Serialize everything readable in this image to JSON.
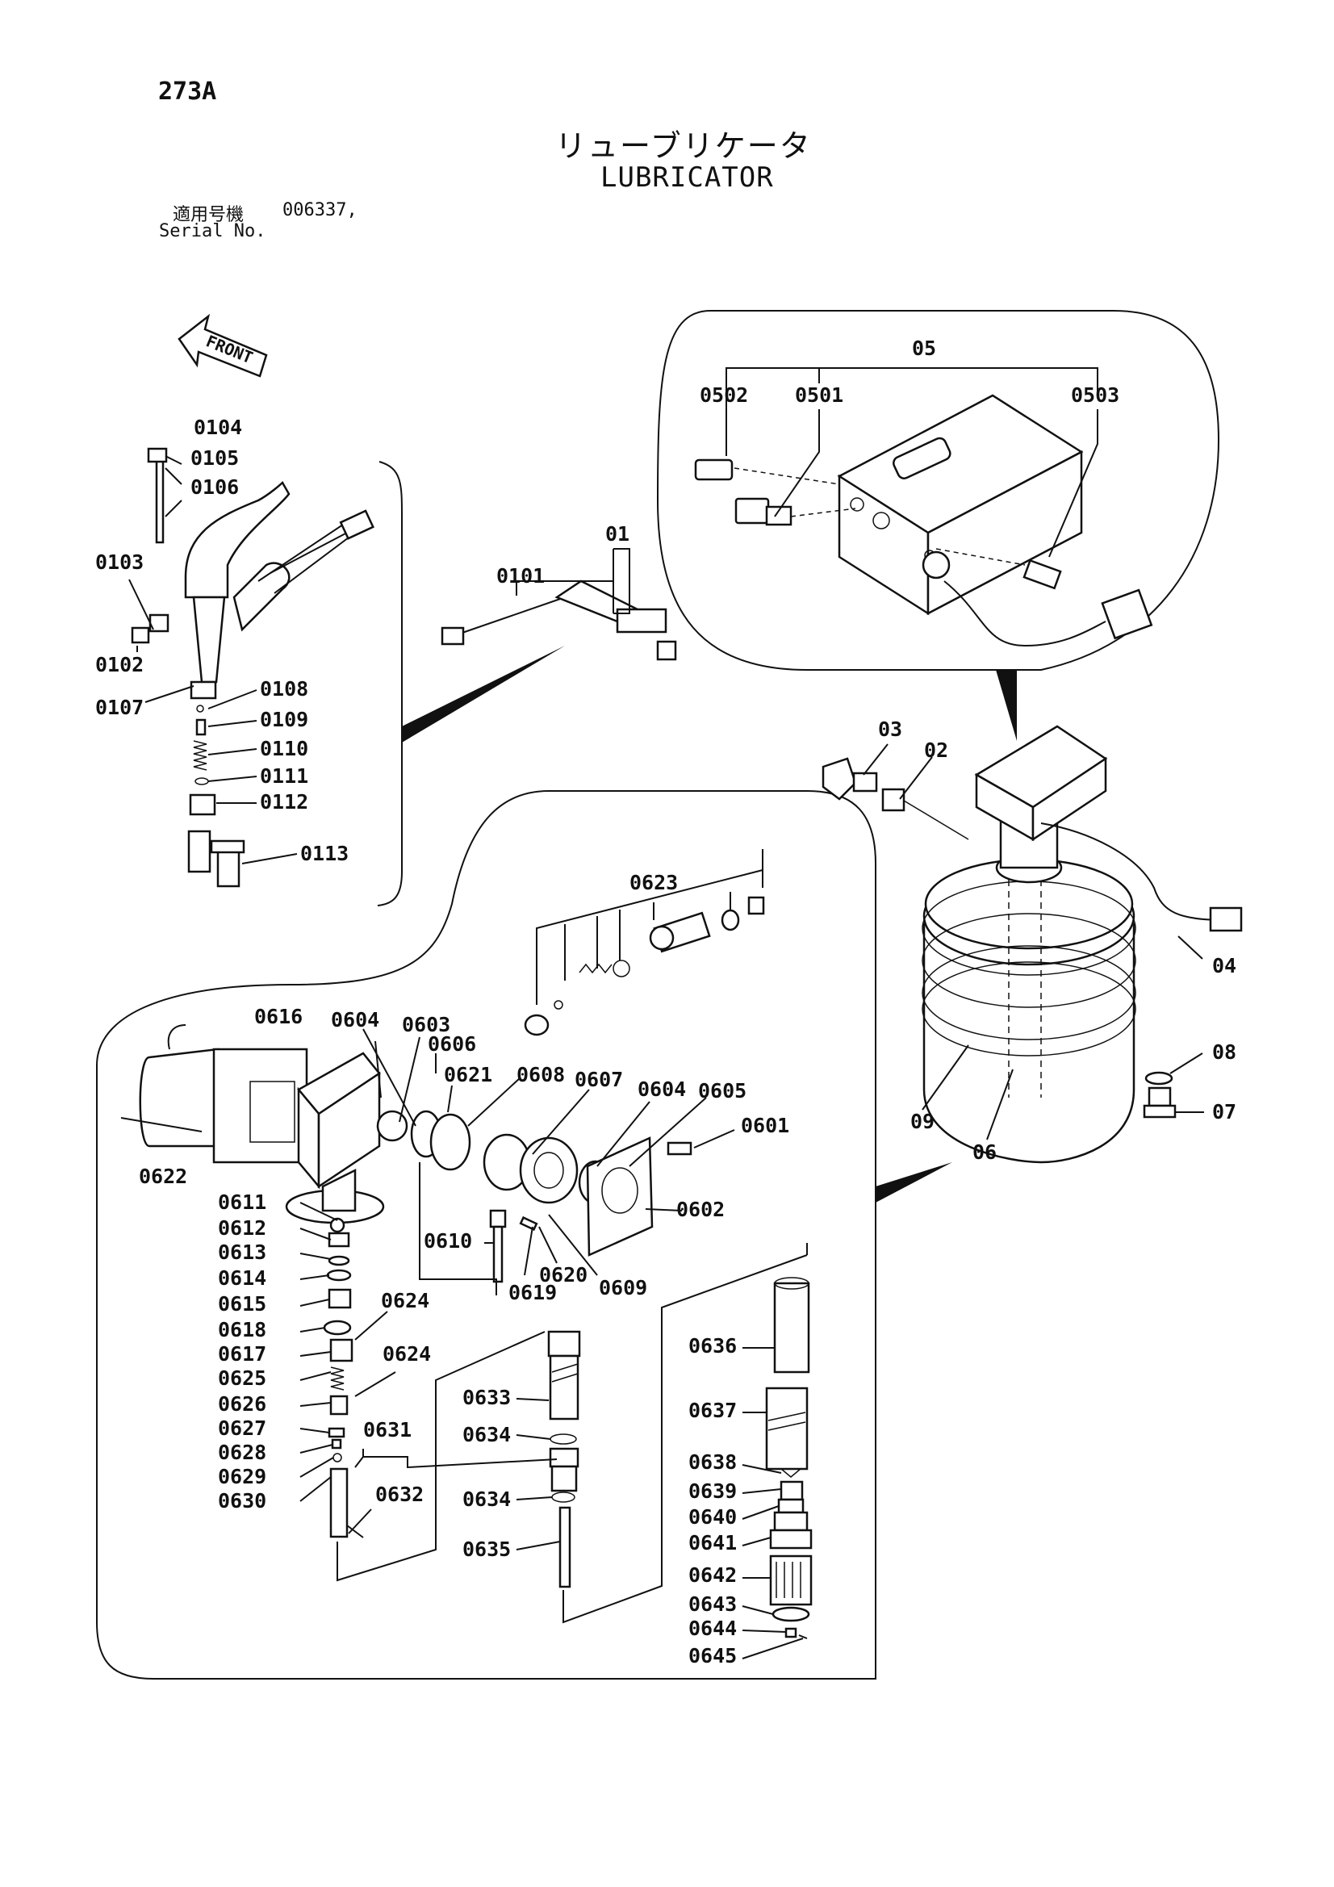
{
  "header": {
    "page_number": "273A",
    "title_jp": "リューブリケータ",
    "title_en": "LUBRICATOR",
    "serial_label_jp": "適用号機",
    "serial_value": "006337,",
    "serial_label_en": "Serial No."
  },
  "front_marker": "FRONT",
  "callouts": {
    "c01": "01",
    "c0101": "0101",
    "c0102": "0102",
    "c0103": "0103",
    "c0104": "0104",
    "c0105": "0105",
    "c0106": "0106",
    "c0107": "0107",
    "c0108": "0108",
    "c0109": "0109",
    "c0110": "0110",
    "c0111": "0111",
    "c0112": "0112",
    "c0113": "0113",
    "c02": "02",
    "c03": "03",
    "c04": "04",
    "c05": "05",
    "c0501": "0501",
    "c0502": "0502",
    "c0503": "0503",
    "c06": "06",
    "c07": "07",
    "c08": "08",
    "c09": "09",
    "c0601": "0601",
    "c0602": "0602",
    "c0603": "0603",
    "c0604a": "0604",
    "c0604b": "0604",
    "c0605": "0605",
    "c0606": "0606",
    "c0607": "0607",
    "c0608": "0608",
    "c0609": "0609",
    "c0610": "0610",
    "c0611": "0611",
    "c0612": "0612",
    "c0613": "0613",
    "c0614": "0614",
    "c0615": "0615",
    "c0616": "0616",
    "c0617": "0617",
    "c0618": "0618",
    "c0619": "0619",
    "c0620": "0620",
    "c0621": "0621",
    "c0622": "0622",
    "c0623": "0623",
    "c0624a": "0624",
    "c0624b": "0624",
    "c0625": "0625",
    "c0626": "0626",
    "c0627": "0627",
    "c0628": "0628",
    "c0629": "0629",
    "c0630": "0630",
    "c0631": "0631",
    "c0632": "0632",
    "c0633": "0633",
    "c0634a": "0634",
    "c0634b": "0634",
    "c0635": "0635",
    "c0636": "0636",
    "c0637": "0637",
    "c0638": "0638",
    "c0639": "0639",
    "c0640": "0640",
    "c0641": "0641",
    "c0642": "0642",
    "c0643": "0643",
    "c0644": "0644",
    "c0645": "0645"
  }
}
